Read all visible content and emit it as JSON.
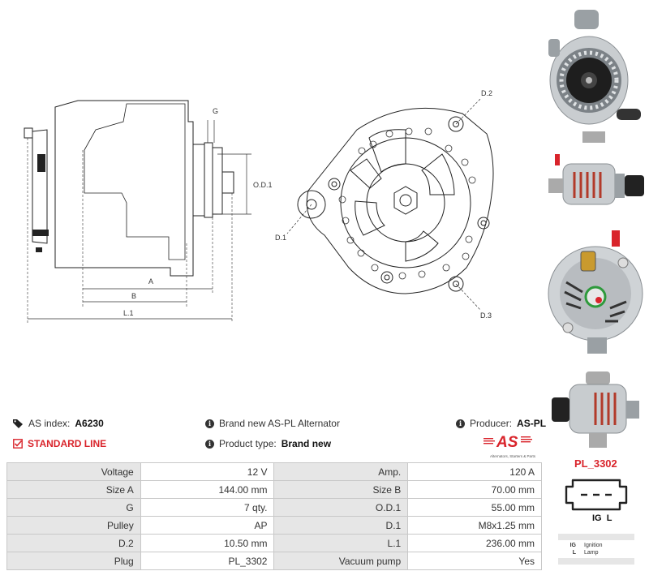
{
  "drawing": {
    "side_labels": {
      "g": "G",
      "od1": "O.D.1",
      "a": "A",
      "b": "B",
      "l1": "L.1"
    },
    "front_labels": {
      "d1": "D.1",
      "d2": "D.2",
      "d3": "D.3"
    }
  },
  "info": {
    "as_index_label": "AS index:",
    "as_index_value": "A6230",
    "standard_line": "STANDARD LINE",
    "brand_new_text": "Brand new AS-PL Alternator",
    "product_type_label": "Product type:",
    "product_type_value": "Brand new",
    "producer_label": "Producer:",
    "producer_value": "AS-PL",
    "logo_text": "AS",
    "logo_tagline": "Alternators, Starters & Parts"
  },
  "specs": [
    {
      "label1": "Voltage",
      "value1": "12 V",
      "label2": "Amp.",
      "value2": "120 A"
    },
    {
      "label1": "Size A",
      "value1": "144.00 mm",
      "label2": "Size B",
      "value2": "70.00 mm"
    },
    {
      "label1": "G",
      "value1": "7 qty.",
      "label2": "O.D.1",
      "value2": "55.00 mm"
    },
    {
      "label1": "Pulley",
      "value1": "AP",
      "label2": "D.1",
      "value2": "M8x1.25 mm"
    },
    {
      "label1": "D.2",
      "value1": "10.50 mm",
      "label2": "L.1",
      "value2": "236.00 mm"
    },
    {
      "label1": "Plug",
      "value1": "PL_3302",
      "label2": "Vacuum pump",
      "value2": "Yes"
    }
  ],
  "plug": {
    "code": "PL_3302",
    "pins_label": "IG  L",
    "legend": [
      {
        "key": "IG",
        "text": "Ignition"
      },
      {
        "key": "L",
        "text": "Lamp"
      }
    ]
  },
  "colors": {
    "accent_red": "#d9242b",
    "table_label_bg": "#e6e6e6"
  },
  "icons": [
    "tag-icon",
    "info-icon",
    "checkbox-icon"
  ]
}
